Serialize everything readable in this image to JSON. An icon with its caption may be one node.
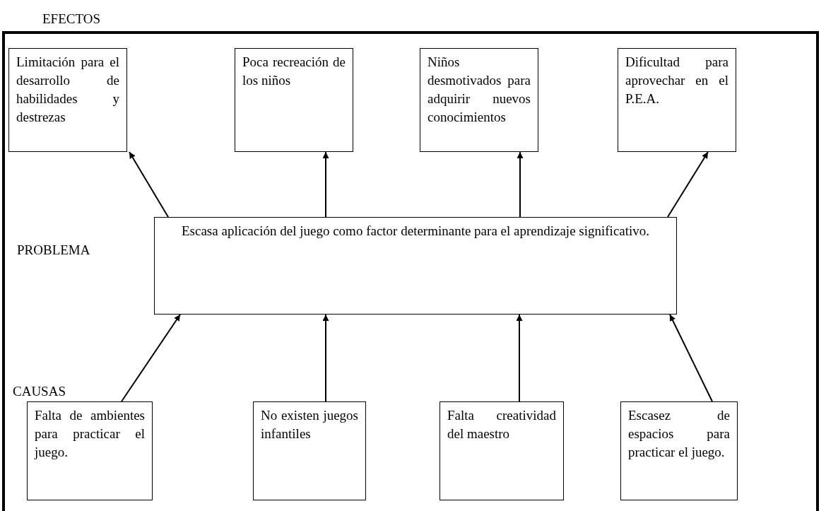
{
  "diagram": {
    "nodes": [
      {
        "text": [
          "Limitación para el desarrollo de habilidades y destrezas"
        ]
      },
      {
        "text": [
          "Poca recreación de los niños"
        ]
      },
      {
        "text": [
          "Niños desmotivados para adquirir nuevos conocimientos"
        ]
      },
      {
        "text": [
          "Dificultad para aprovechar en el P.E.A."
        ]
      },
      {
        "text": [
          "Escasa aplicación del juego como factor determinante para el aprendizaje significativo."
        ]
      },
      {
        "text": [
          "Falta de ambientes para practicar el juego."
        ]
      },
      {
        "text": [
          "No existen juegos infantiles"
        ]
      },
      {
        "text": [
          "Falta creatividad del maestro"
        ]
      },
      {
        "text": [
          "Escasez de espacios para practicar el juego."
        ]
      }
    ],
    "edges": [
      {
        "from": 4,
        "to": 0,
        "arrow": "to"
      },
      {
        "from": 4,
        "to": 1,
        "arrow": "to"
      },
      {
        "from": 4,
        "to": 2,
        "arrow": "to"
      },
      {
        "from": 4,
        "to": 3,
        "arrow": "to"
      },
      {
        "from": 5,
        "to": 4,
        "arrow": "to"
      },
      {
        "from": 6,
        "to": 4,
        "arrow": "to"
      },
      {
        "from": 7,
        "to": 4,
        "arrow": "to"
      },
      {
        "from": 8,
        "to": 4,
        "arrow": "to"
      }
    ],
    "labels": [
      "EFECTOS",
      "PROBLEMA",
      "CAUSAS"
    ]
  }
}
